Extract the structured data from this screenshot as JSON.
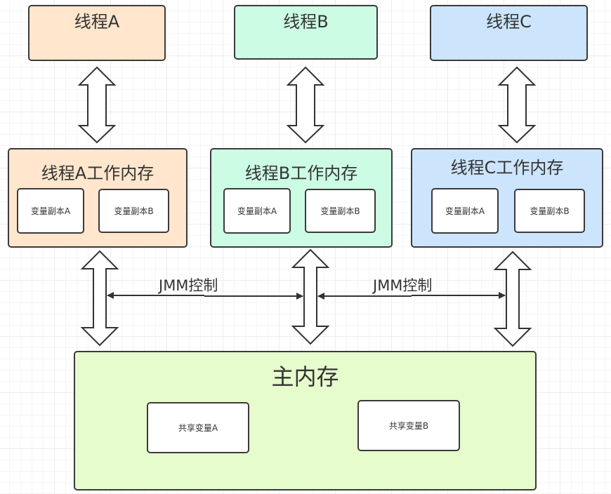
{
  "colors": {
    "thread_a": "#ffe6cc",
    "thread_b": "#ccfce4",
    "thread_c": "#cce5fc",
    "main_memory": "#e6fccc",
    "variable": "#ffffff",
    "stroke": "#3a3a3a"
  },
  "threads": [
    {
      "label": "线程A"
    },
    {
      "label": "线程B"
    },
    {
      "label": "线程C"
    }
  ],
  "working_memories": [
    {
      "label": "线程A工作内存",
      "copies": [
        "变量副本A",
        "变量副本B"
      ]
    },
    {
      "label": "线程B工作内存",
      "copies": [
        "变量副本A",
        "变量副本B"
      ]
    },
    {
      "label": "线程C工作内存",
      "copies": [
        "变量副本A",
        "变量副本B"
      ]
    }
  ],
  "jmm_controls": [
    {
      "label": "JMM控制"
    },
    {
      "label": "JMM控制"
    }
  ],
  "main_memory": {
    "label": "主内存",
    "shared_vars": [
      "共享变量A",
      "共享变量B"
    ]
  }
}
